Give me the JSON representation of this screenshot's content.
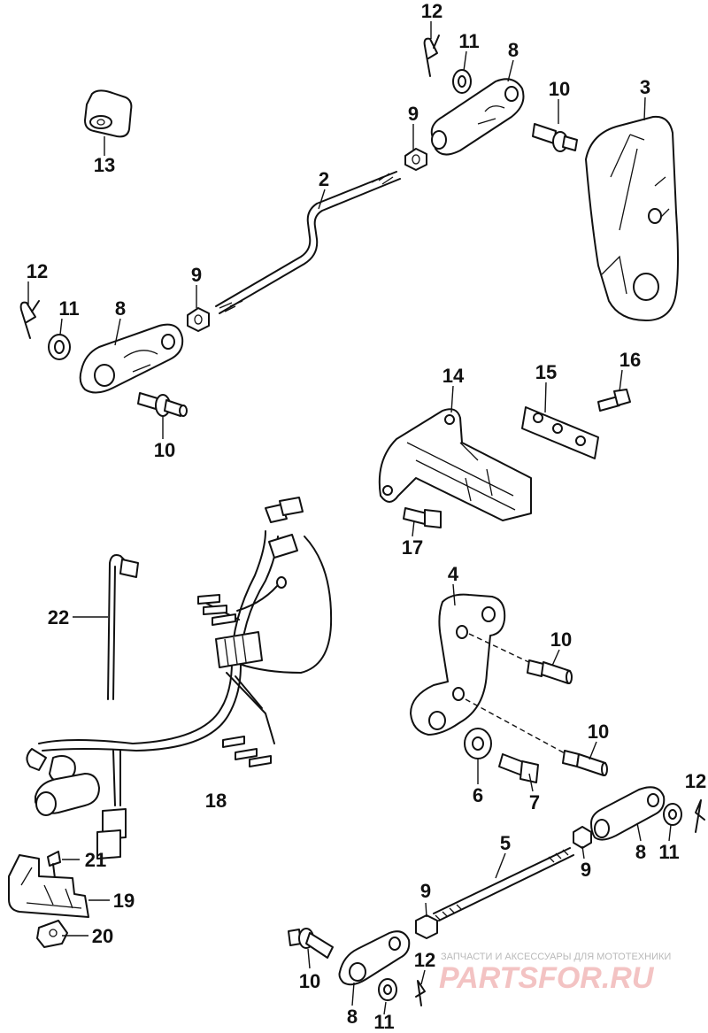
{
  "callouts": [
    "12",
    "11",
    "8",
    "10",
    "3",
    "13",
    "9",
    "2",
    "12",
    "11",
    "8",
    "9",
    "10",
    "14",
    "15",
    "16",
    "17",
    "4",
    "10",
    "22",
    "10",
    "18",
    "6",
    "7",
    "12",
    "21",
    "5",
    "8",
    "11",
    "9",
    "19",
    "9",
    "20",
    "10",
    "12",
    "8",
    "11"
  ],
  "watermark": {
    "caption": "ЗАПЧАСТИ И АКСЕССУАРЫ ДЛЯ МОТОТЕХНИКИ",
    "logo": "PARTSFOR.RU"
  }
}
